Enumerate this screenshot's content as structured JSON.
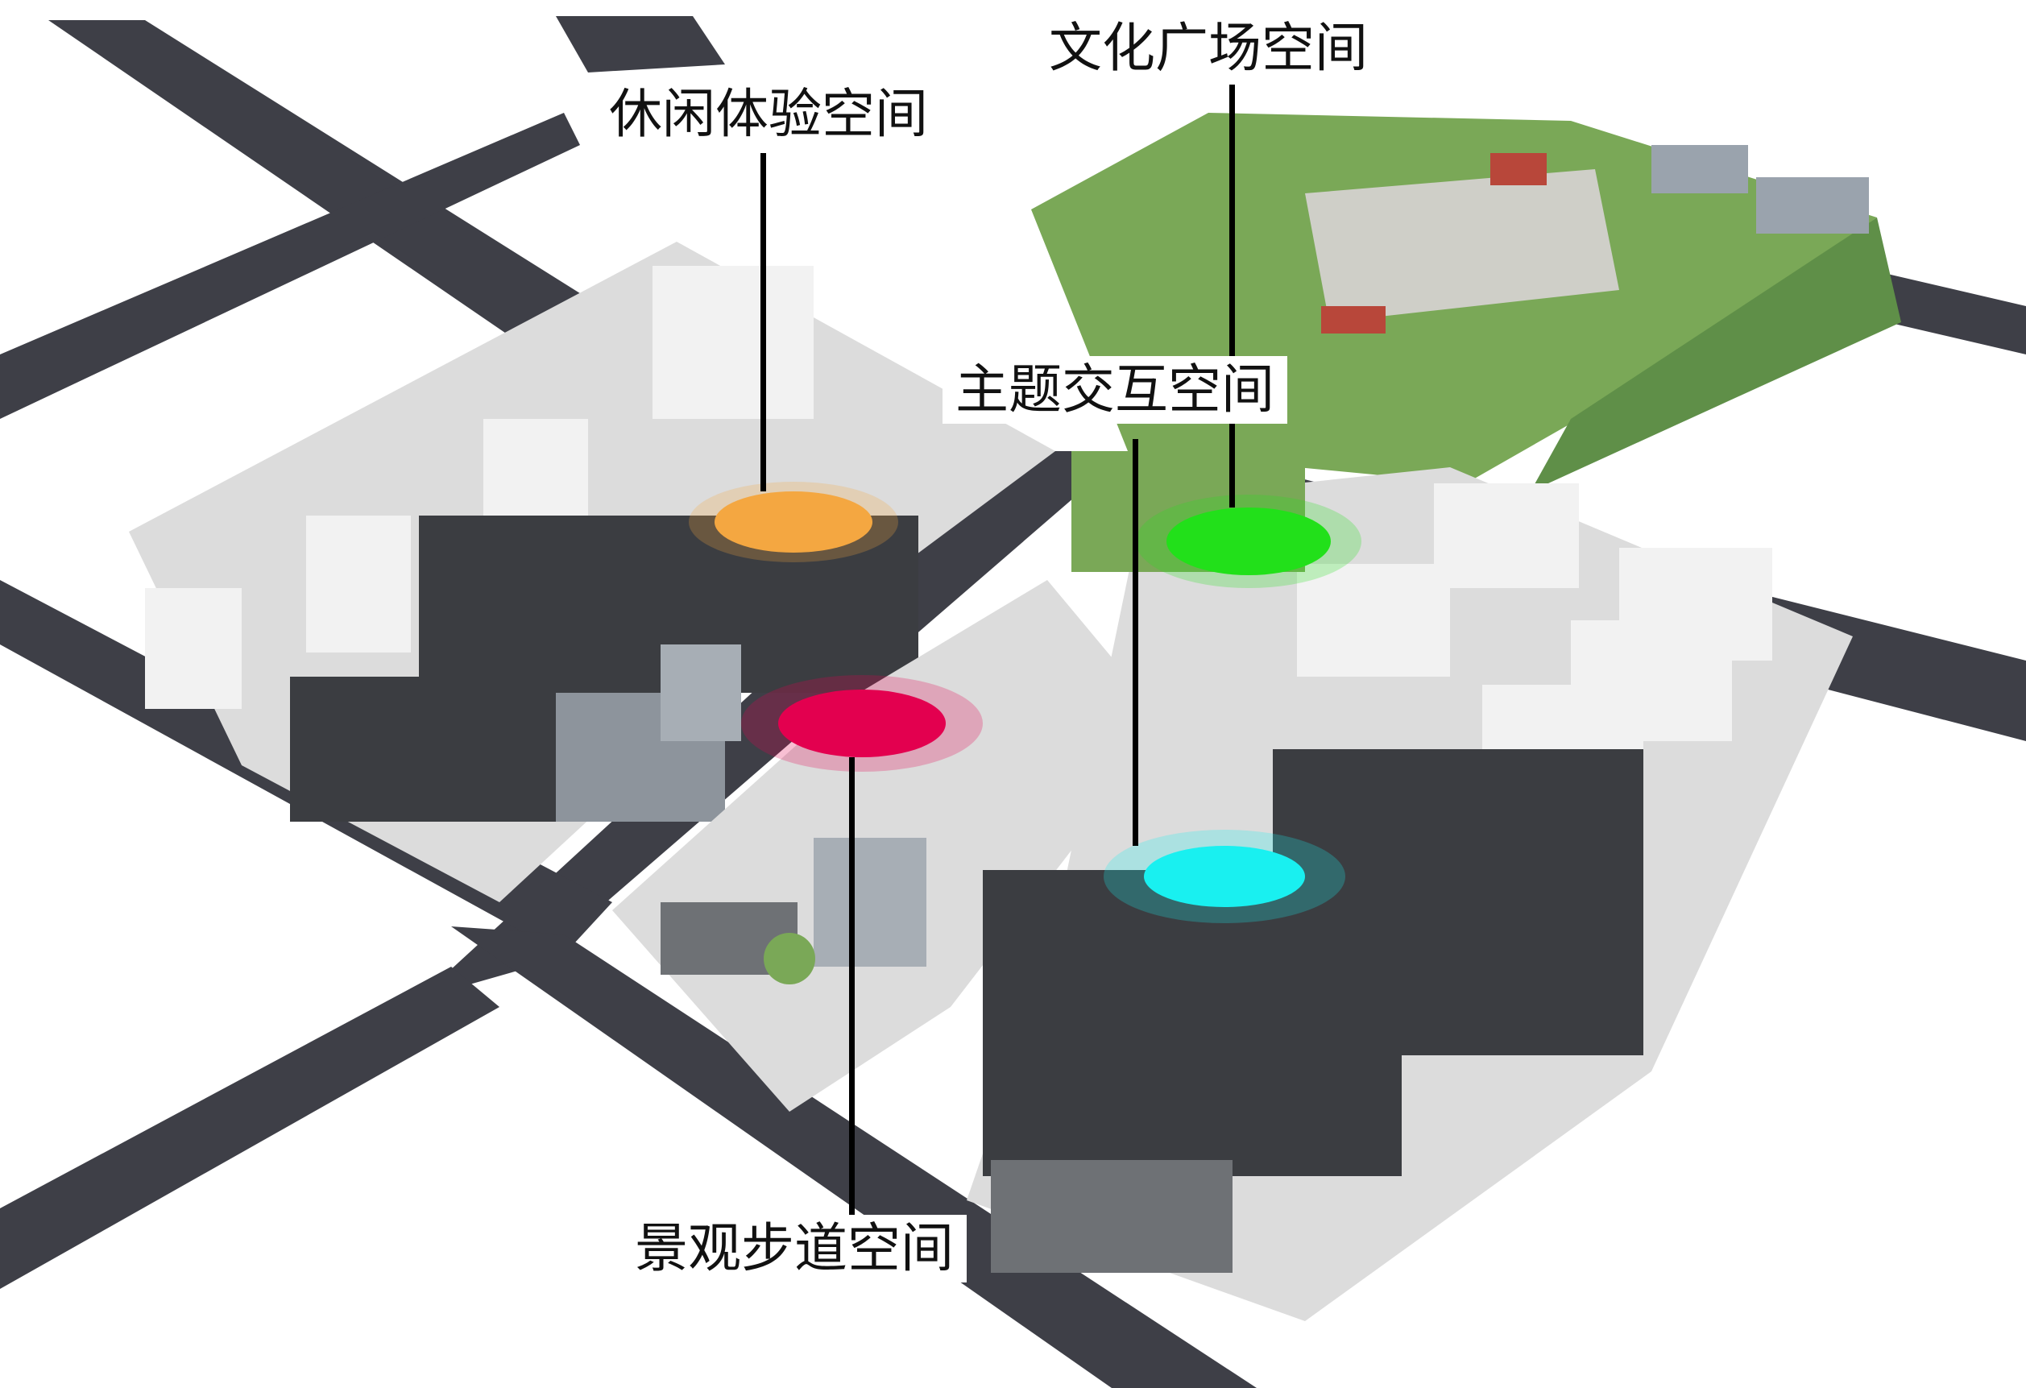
{
  "map": {
    "labels": {
      "culture_plaza": "文化广场空间",
      "leisure": "休闲体验空间",
      "theme_interaction": "主题交互空间",
      "landscape_walkway": "景观步道空间"
    },
    "colors": {
      "background": "#ffffff",
      "road": "#3e3f47",
      "site_ground": "#dcdcdc",
      "sidewalk": "#ebebeb",
      "green_space": "#7aa857",
      "hill_green": "#5f8f48",
      "roof_dark": "#3b3d41",
      "building_white": "#f2f2f2",
      "marker_leisure": "#f4a741",
      "marker_culture_plaza": "#22e01a",
      "marker_landscape_walkway": "#e3004f",
      "marker_theme_interaction": "#19f0f0"
    }
  }
}
